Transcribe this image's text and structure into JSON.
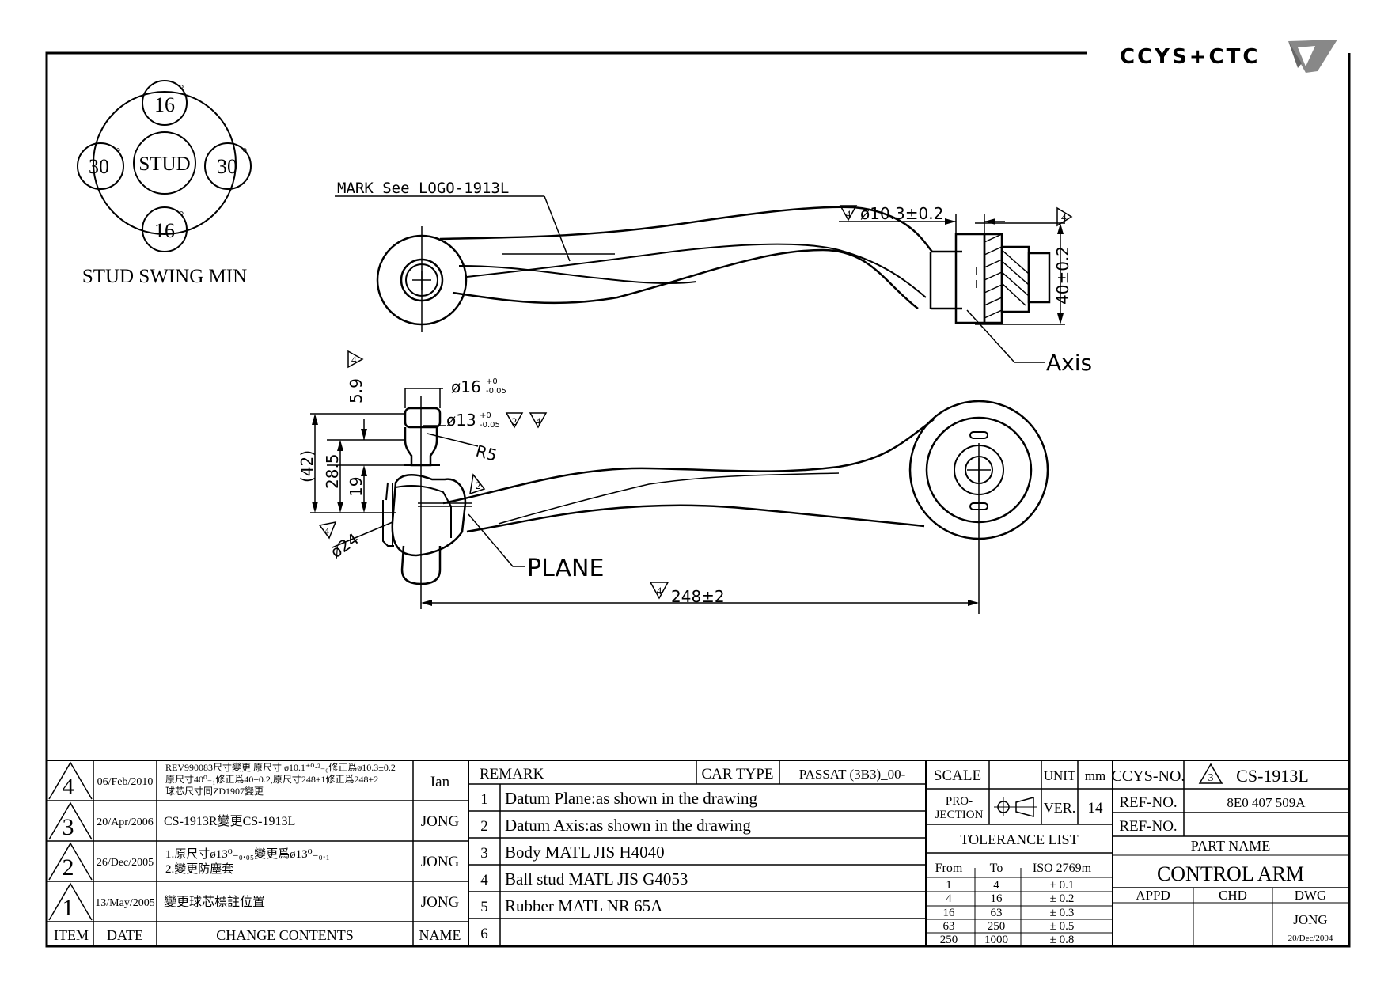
{
  "brand": {
    "text": "CCYS+CTC"
  },
  "stud_swing": {
    "top": "16",
    "bottom": "16",
    "left": "30",
    "right": "30",
    "degree_mark": "°",
    "center": "STUD",
    "caption": "STUD SWING MIN"
  },
  "view_top": {
    "mark_note": "MARK See LOGO-1913L",
    "diam_dim": "ø10.3±0.2",
    "rev_mark": "4",
    "height_dim": "40±0.2",
    "axis_label": "Axis"
  },
  "view_front": {
    "dim_59": "5.9",
    "dim_42": "(42)",
    "dim_285": "28.5",
    "dim_19": "19",
    "dim_d16": "ø16",
    "dim_d16_tol_up": "+0",
    "dim_d16_tol_low": "-0.05",
    "dim_d13": "ø13",
    "dim_d13_tol_up": "+0",
    "dim_d13_tol_low": "-0.05",
    "dim_r5": "R5",
    "dim_d24": "ø24",
    "plane_label": "PLANE",
    "length_dim": "248±2",
    "rev_2": "2",
    "rev_4": "4"
  },
  "revisions": {
    "rows": [
      {
        "item": "4",
        "date": "06/Feb/2010",
        "lines": [
          "REV990083尺寸變更 原尺寸 ø10.1⁺⁰·²₋₀修正爲ø10.3±0.2",
          "原尺寸40⁰₋₁修正爲40±0.2,原尺寸248±1修正爲248±2",
          "球芯尺寸同ZD1907變更"
        ],
        "name": "Ian"
      },
      {
        "item": "3",
        "date": "20/Apr/2006",
        "lines": [
          "CS-1913R變更CS-1913L"
        ],
        "name": "JONG"
      },
      {
        "item": "2",
        "date": "26/Dec/2005",
        "lines": [
          "1.原尺寸ø13⁰₋₀.₀₅變更爲ø13⁰₋₀.₁",
          "2.變更防塵套"
        ],
        "name": "JONG"
      },
      {
        "item": "1",
        "date": "13/May/2005",
        "lines": [
          "變更球芯標註位置"
        ],
        "name": "JONG"
      }
    ],
    "headers": {
      "item": "ITEM",
      "date": "DATE",
      "contents": "CHANGE CONTENTS",
      "name": "NAME"
    }
  },
  "remarks": {
    "header": "REMARK",
    "car_type_label": "CAR TYPE",
    "car_type_value": "PASSAT (3B3)_00-",
    "rows": [
      {
        "no": "1",
        "text": "Datum Plane:as shown in the drawing"
      },
      {
        "no": "2",
        "text": "Datum Axis:as shown in the drawing"
      },
      {
        "no": "3",
        "text": "Body MATL JIS H4040"
      },
      {
        "no": "4",
        "text": "Ball stud MATL JIS G4053"
      },
      {
        "no": "5",
        "text": "Rubber MATL NR 65A"
      },
      {
        "no": "6",
        "text": ""
      }
    ]
  },
  "title_block": {
    "scale_label": "SCALE",
    "scale_value": "",
    "unit_label": "UNIT",
    "unit_value": "mm",
    "projection_label_1": "PRO-",
    "projection_label_2": "JECTION",
    "ver_label": "VER.",
    "ver_value": "14",
    "tolerance_title": "TOLERANCE LIST",
    "tolerance_headers": [
      "From",
      "To",
      "ISO 2769m"
    ],
    "tolerance_rows": [
      [
        "1",
        "4",
        "± 0.1"
      ],
      [
        "4",
        "16",
        "± 0.2"
      ],
      [
        "16",
        "63",
        "± 0.3"
      ],
      [
        "63",
        "250",
        "± 0.5"
      ],
      [
        "250",
        "1000",
        "± 0.8"
      ]
    ],
    "ccys_no_label": "CCYS-NO.",
    "ccys_no_rev": "3",
    "ccys_no_value": "CS-1913L",
    "ref_no_label": "REF-NO.",
    "ref_no_value": "8E0 407 509A",
    "ref_no2_label": "REF-NO.",
    "ref_no2_value": "",
    "part_name_label": "PART NAME",
    "part_name_value": "CONTROL ARM",
    "appd_label": "APPD",
    "chd_label": "CHD",
    "dwg_label": "DWG",
    "appd_value": "",
    "chd_value": "",
    "dwg_value": "JONG",
    "dwg_date": "20/Dec/2004"
  }
}
